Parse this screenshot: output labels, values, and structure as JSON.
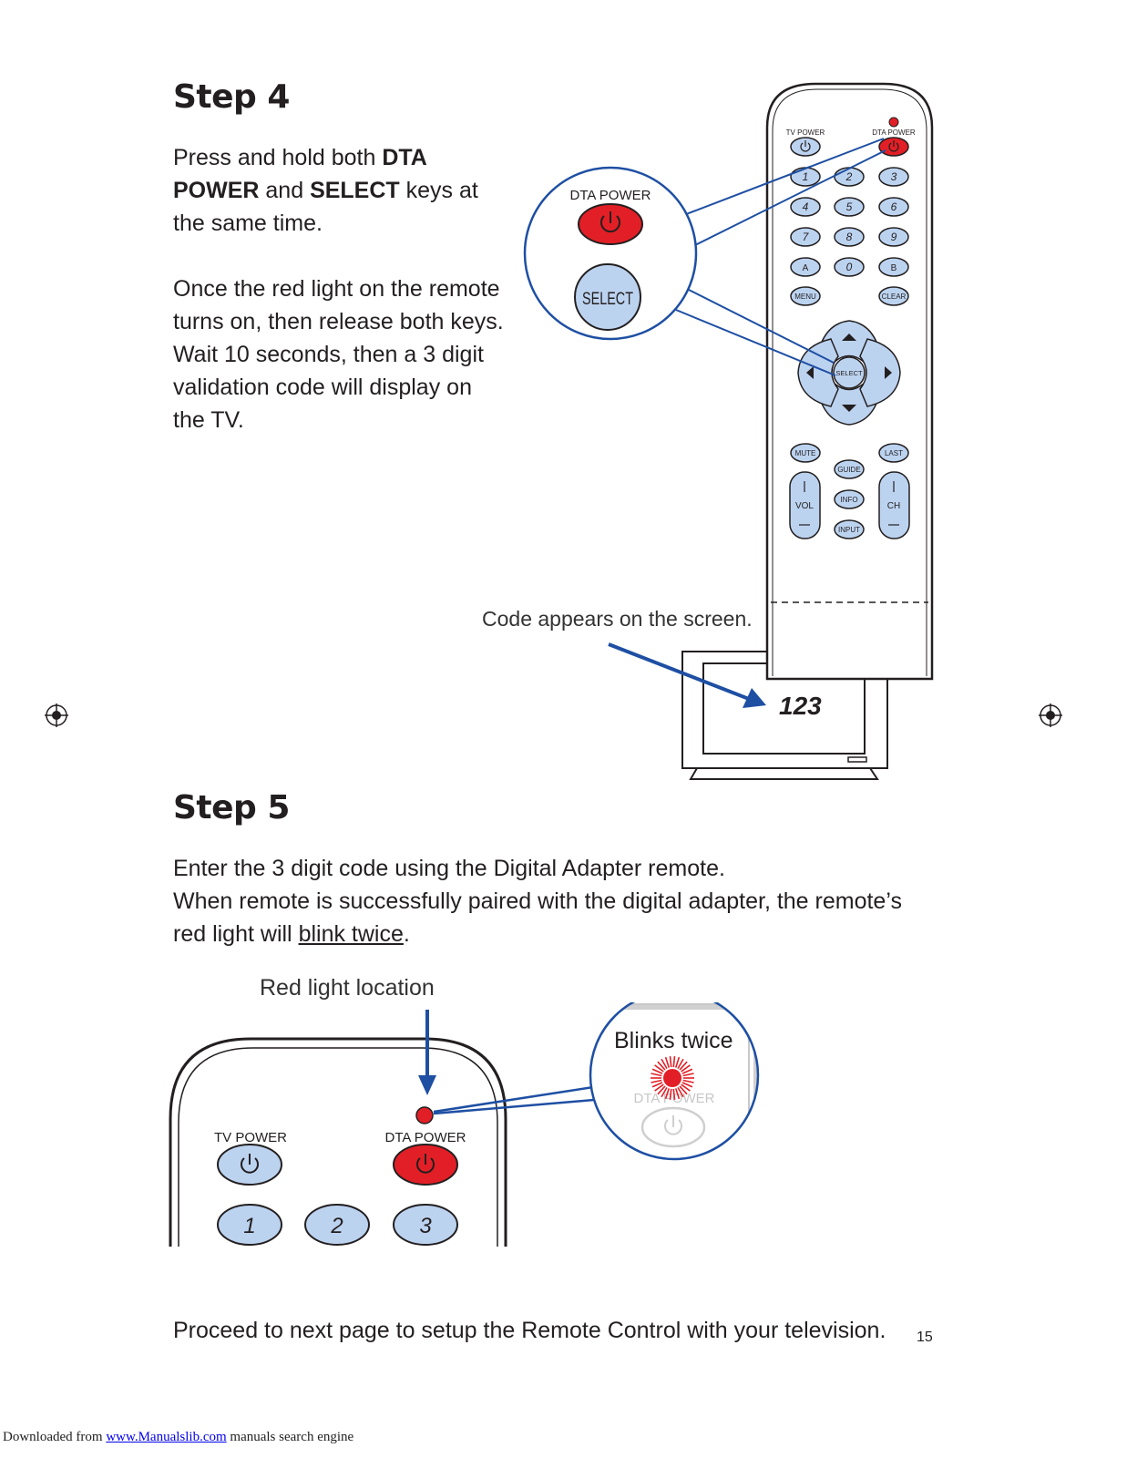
{
  "step4": {
    "heading": "Step 4",
    "p1": {
      "t1": "Press and hold both ",
      "b1": "DTA POWER",
      "t2": " and ",
      "b2": "SELECT",
      "t3": " keys at the same time."
    },
    "p2": "Once the red light on the remote turns on, then release both keys. Wait 10 seconds, then a 3 digit validation code will display on the TV.",
    "callout_dta_power": "DTA POWER",
    "callout_select": "SELECT",
    "code_caption": "Code appears on the screen.",
    "tv_code": "123"
  },
  "remote": {
    "tv_power": "TV POWER",
    "dta_power": "DTA POWER",
    "keys": [
      "1",
      "2",
      "3",
      "4",
      "5",
      "6",
      "7",
      "8",
      "9",
      "A",
      "0",
      "B"
    ],
    "menu": "MENU",
    "clear": "CLEAR",
    "select": "SELECT",
    "mute": "MUTE",
    "last": "LAST",
    "guide": "GUIDE",
    "info": "INFO",
    "input": "INPUT",
    "vol": "VOL",
    "ch": "CH"
  },
  "step5": {
    "heading": "Step 5",
    "line1": "Enter the 3 digit code using the Digital Adapter remote.",
    "line2": "When remote is successfully paired with the digital adapter, the remote’s",
    "line3_prefix": "red light will ",
    "line3_link": "blink twice",
    "line3_suffix": ".",
    "red_light_label": "Red light location",
    "blinks_label": "Blinks twice",
    "zoom_dta_power": "DTA POWER",
    "tv_power": "TV POWER",
    "dta_power": "DTA POWER",
    "keys": [
      "1",
      "2",
      "3"
    ]
  },
  "proceed": "Proceed to next page to setup the Remote Control with your television.",
  "page_number": "15",
  "footer": {
    "prefix": "Downloaded from ",
    "link": "www.Manualslib.com",
    "suffix": " manuals search engine"
  },
  "colors": {
    "key_blue": "#bcd3f0",
    "power_red": "#e21f26",
    "arrow_blue": "#1e4fa3",
    "outline": "#231f20"
  }
}
